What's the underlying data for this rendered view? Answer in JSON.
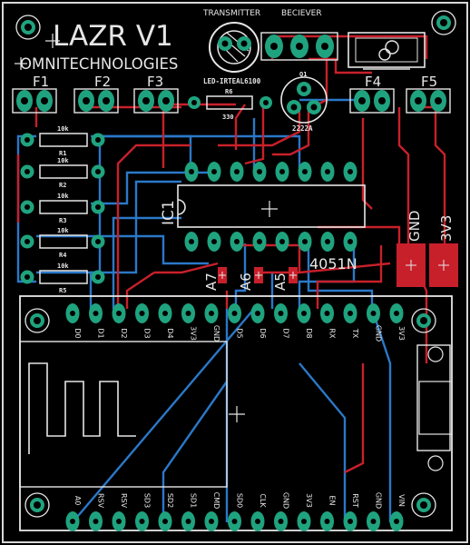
{
  "board": {
    "title": "LAZR V1",
    "company": "OMNITECHNOLOGIES",
    "chip_label": "4051N",
    "ic_label": "IC1",
    "transmitter_label": "TRANSMITTER",
    "receiver_label": "BECIEVER",
    "led_label": "LED-IRTEAL6100",
    "transistor_label": "2222A",
    "transistor_ref": "Q1",
    "diode_ref": "R6",
    "diode_value": "330",
    "fuses": [
      "F1",
      "F2",
      "F3",
      "F4",
      "F5"
    ],
    "resistors": [
      {
        "value": "10k",
        "ref": "R1"
      },
      {
        "value": "10k",
        "ref": "R2"
      },
      {
        "value": "10k",
        "ref": "R3"
      },
      {
        "value": "10k",
        "ref": "R4"
      },
      {
        "value": "10k",
        "ref": "R5"
      }
    ],
    "analog_pads": [
      "A7",
      "A6",
      "A5"
    ],
    "power_pads": [
      "GND",
      "3V3"
    ],
    "module_top_pins": [
      "D0",
      "D1",
      "D2",
      "D3",
      "D4",
      "3V3",
      "GND",
      "D5",
      "D6",
      "D7",
      "D8",
      "RX",
      "TX",
      "GND",
      "3V3"
    ],
    "module_bottom_pins": [
      "A0",
      "RSV",
      "RSV",
      "SD3",
      "SD2",
      "SD1",
      "CMD",
      "SD0",
      "CLK",
      "GND",
      "3V3",
      "EN",
      "RST",
      "GND",
      "VIN"
    ]
  },
  "colors": {
    "background": "#000000",
    "pad": "#1fa37f",
    "silkscreen": "#e6e6e6",
    "top_trace": "#c8202b",
    "bottom_trace": "#2b78c8",
    "smd_pad": "#c8202b"
  }
}
